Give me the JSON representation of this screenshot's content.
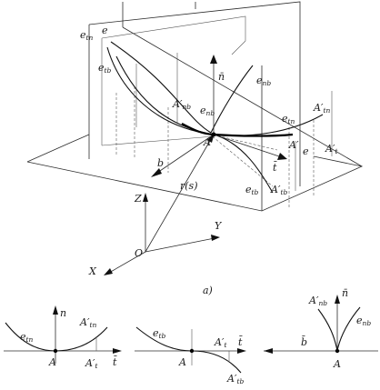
{
  "main": {
    "labels": {
      "e_tn_top": "e",
      "e_tn_top_sub": "tn",
      "e_top": "e",
      "e_tb_top": "e",
      "e_tb_top_sub": "tb",
      "n_bar": "n̄",
      "e_nb_top": "e",
      "e_nb_top_sub": "nb",
      "A_prime_nb": "A′",
      "A_prime_nb_sub": "nb",
      "e_nb_mid": "e",
      "e_nb_mid_sub": "nb",
      "A_center": "A",
      "e_tn_right": "e",
      "e_tn_right_sub": "tn",
      "A_prime_tn_right": "A′",
      "A_prime_tn_right_sub": "tn",
      "A_prime_right": "A′",
      "e_right": "e",
      "t_bar": "t̄",
      "A_prime_t_right": "A′",
      "A_prime_t_right_sub": "t",
      "e_tb_bottom": "e",
      "e_tb_bottom_sub": "tb",
      "A_prime_tb_bottom": "A′",
      "A_prime_tb_bottom_sub": "tb",
      "b_vec": "b",
      "r_s": "r(s)",
      "Z_axis": "Z",
      "Y_axis": "Y",
      "X_axis": "X",
      "O_origin": "O",
      "caption": "a)"
    }
  },
  "panels": {
    "left": {
      "n": "n",
      "e": "e",
      "e_sub": "tn",
      "A_prime": "A′",
      "A_prime_sub": "tn",
      "A": "A",
      "A1": "A′",
      "A1_sub": "t",
      "t_bar": "t̄"
    },
    "middle": {
      "e": "e",
      "e_sub": "tb",
      "A": "A",
      "A1": "A′",
      "A1_sub": "t",
      "t_bar": "t̄",
      "A2": "A′",
      "A2_sub": "tb"
    },
    "right": {
      "A_prime": "A′",
      "A_prime_sub": "nb",
      "n_bar": "n̄",
      "e": "e",
      "e_sub": "nb",
      "b_bar": "b̄",
      "A": "A"
    }
  }
}
